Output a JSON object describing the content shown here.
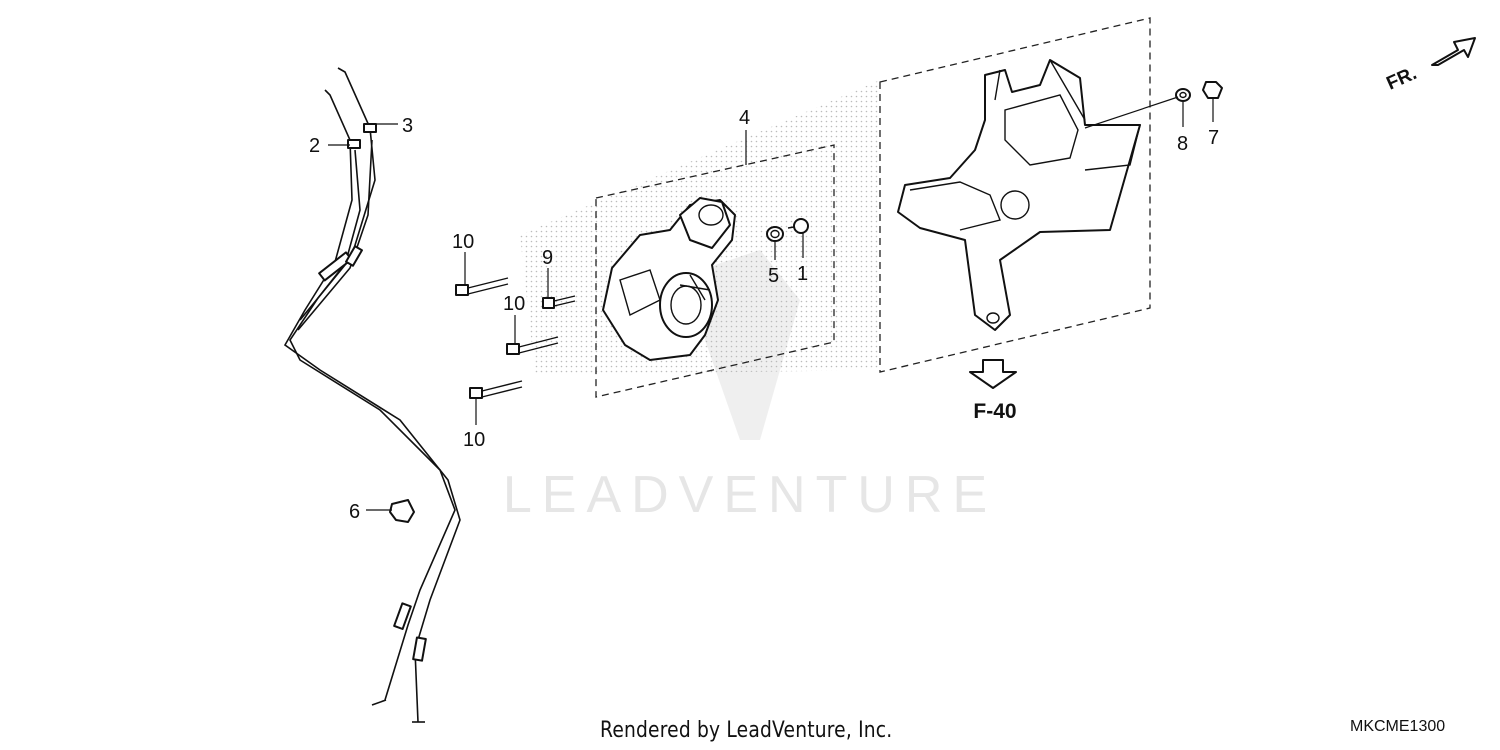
{
  "diagram": {
    "callouts": {
      "c1": "1",
      "c2": "2",
      "c3": "3",
      "c4": "4",
      "c5": "5",
      "c6": "6",
      "c7": "7",
      "c8": "8",
      "c9": "9",
      "c10a": "10",
      "c10b": "10",
      "c10c": "10"
    },
    "reference": "F-40",
    "direction": "FR.",
    "watermark": "LEADVENTURE"
  },
  "footer": {
    "credit": "Rendered by LeadVenture, Inc.",
    "code": "MKCME1300"
  },
  "colors": {
    "line": "#111111",
    "watermark": "#e8e8e8",
    "stipple": "#b5b5b5"
  }
}
